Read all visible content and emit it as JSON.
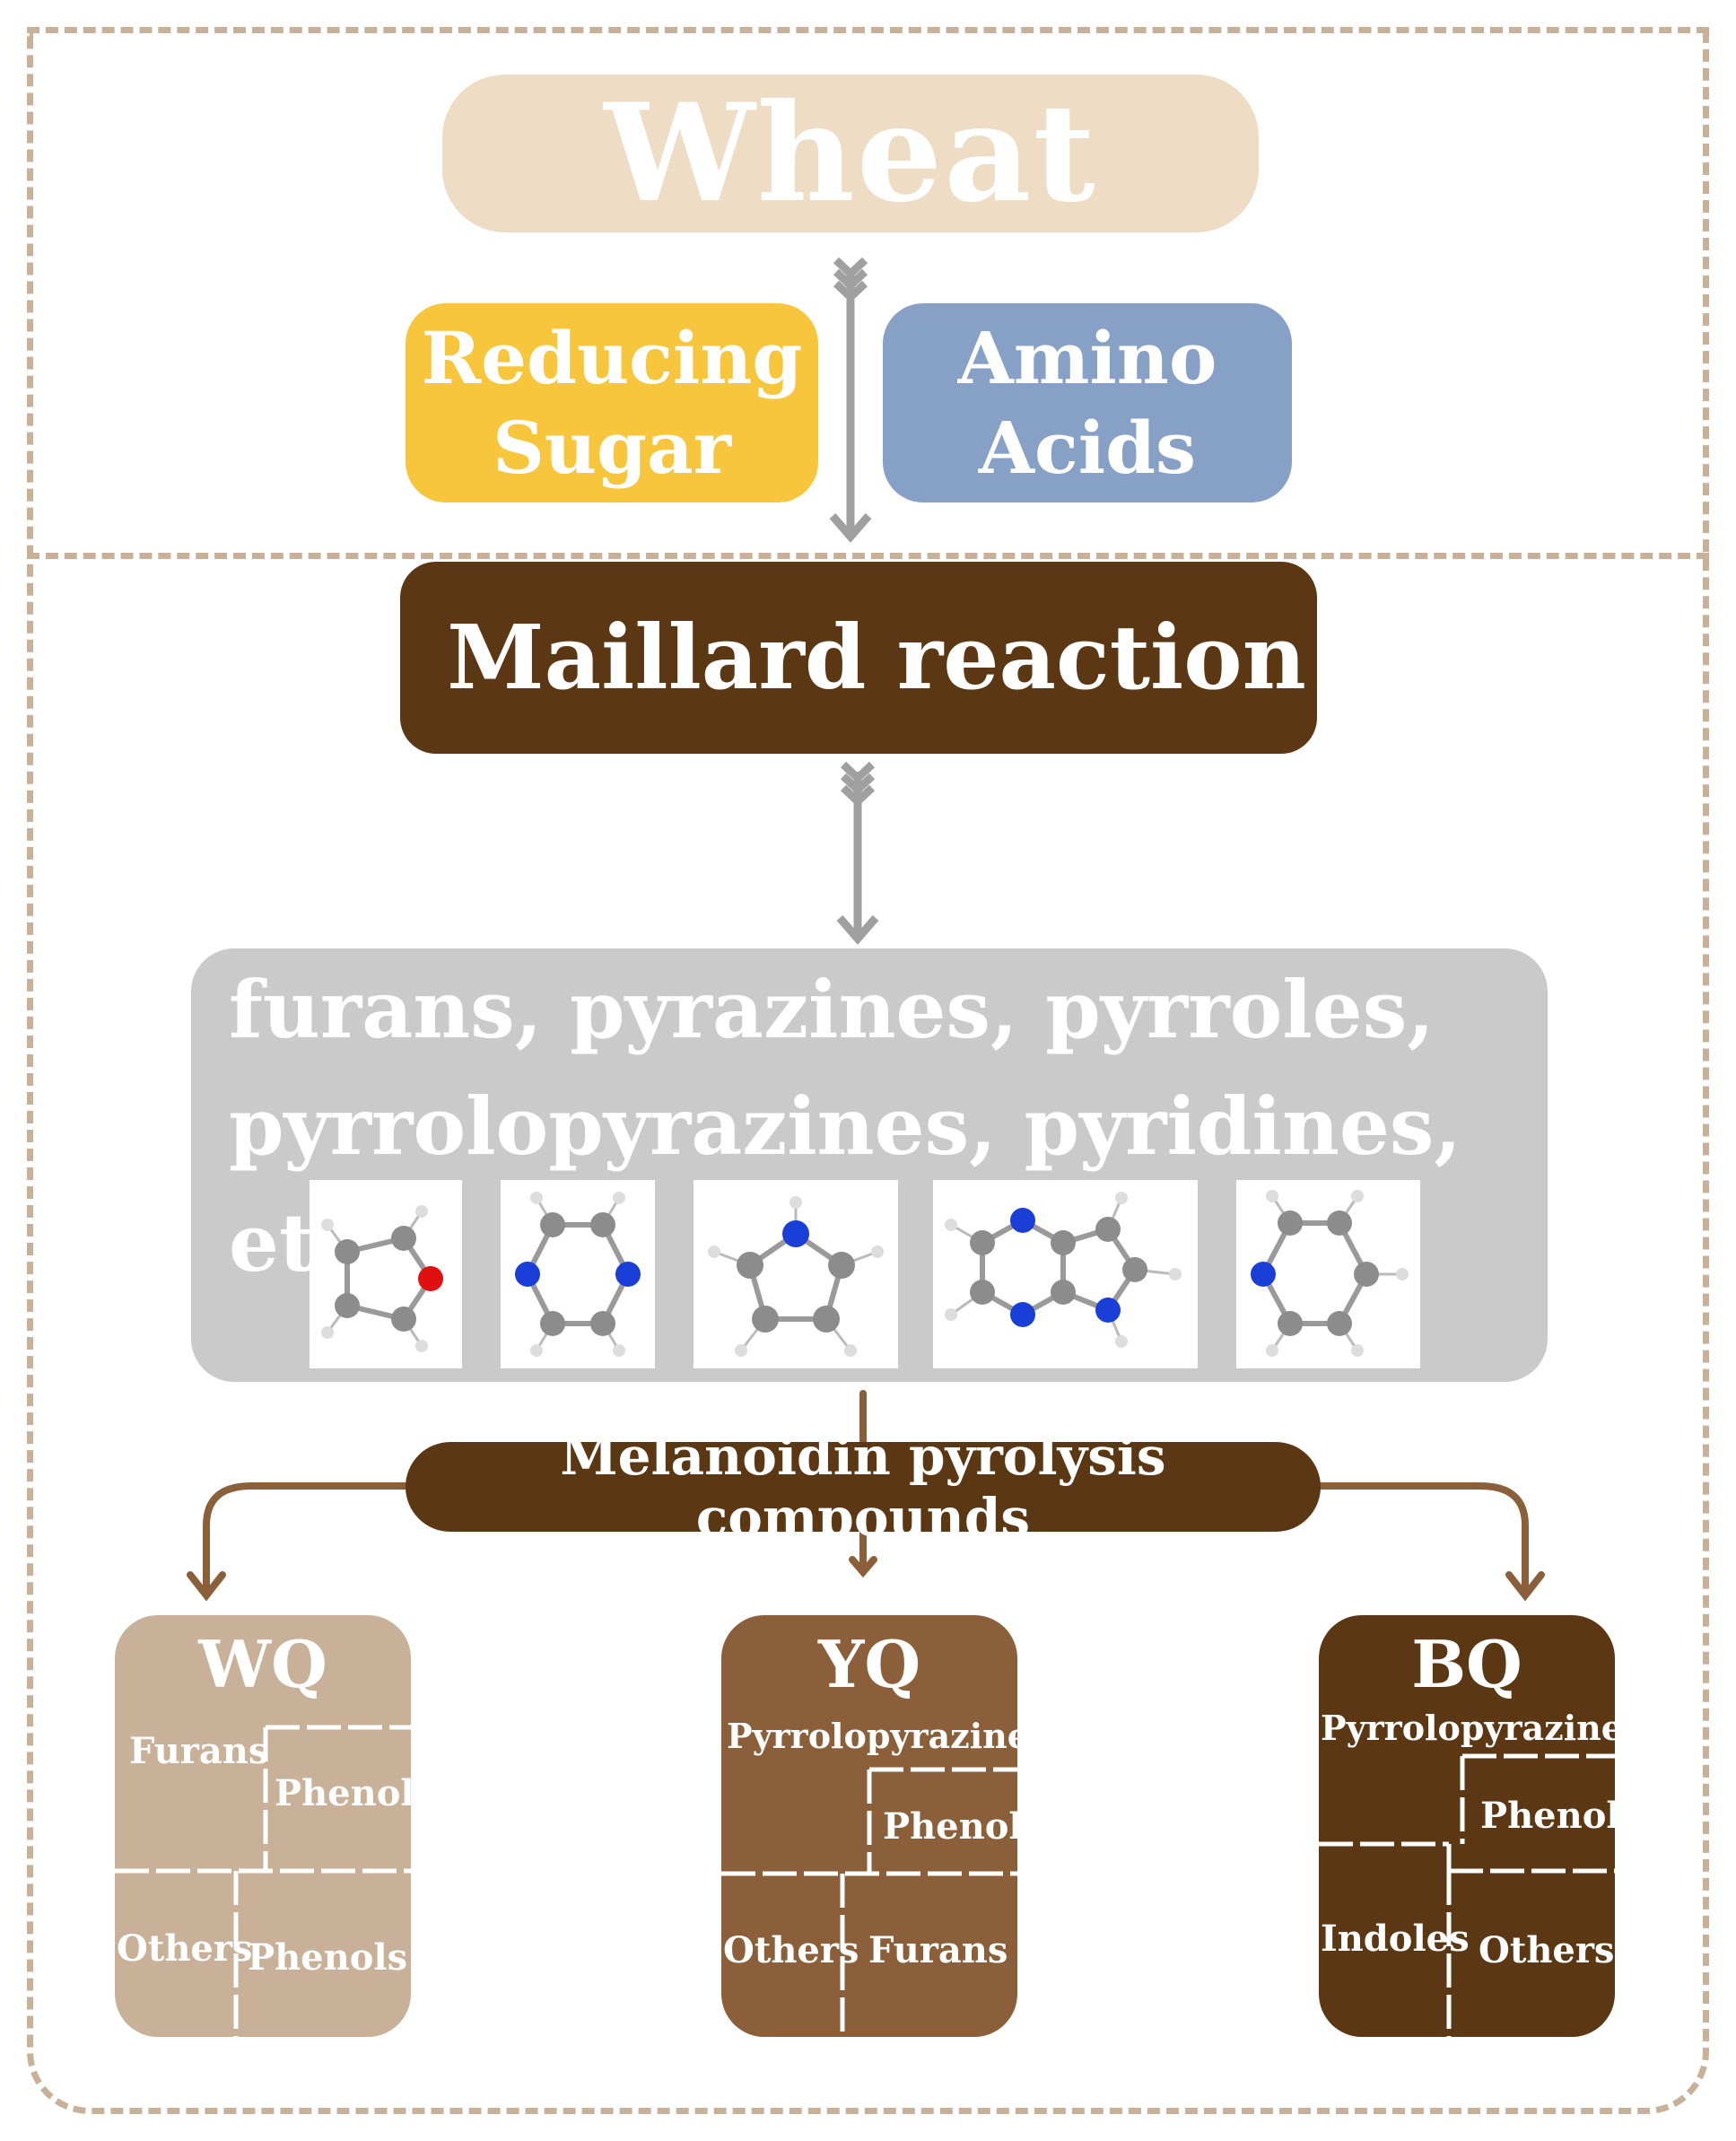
{
  "top": {
    "wheat": "Wheat",
    "sugar_line1": "Reducing",
    "sugar_line2": "Sugar",
    "amino_line1": "Amino",
    "amino_line2": "Acids"
  },
  "reaction": "Maillard reaction",
  "products": {
    "line1": "furans, pyrazines, pyrroles,",
    "line2": "pyrrolopyrazines, pyridines, etc."
  },
  "pyrolysis": "Melanoidin pyrolysis compounds",
  "groups": {
    "wq": {
      "title": "WQ",
      "labels": [
        "Furans",
        "Phenols",
        "Others",
        "Phenols"
      ]
    },
    "yq": {
      "title": "YQ",
      "labels": [
        "Pyrrolopyrazines",
        "Phenols",
        "Others",
        "Furans"
      ]
    },
    "bq": {
      "title": "BQ",
      "labels": [
        "Pyrrolopyrazines",
        "Phenols",
        "Indoles",
        "Others"
      ]
    }
  },
  "colors": {
    "frame": "#c8b198",
    "wheat": "#efdcc5",
    "sugar": "#f7c63c",
    "amino": "#87a0c6",
    "dark_brown": "#5b3714",
    "mid_brown": "#8a5f39",
    "light_brown": "#c8b198",
    "gray": "#cacaca"
  }
}
